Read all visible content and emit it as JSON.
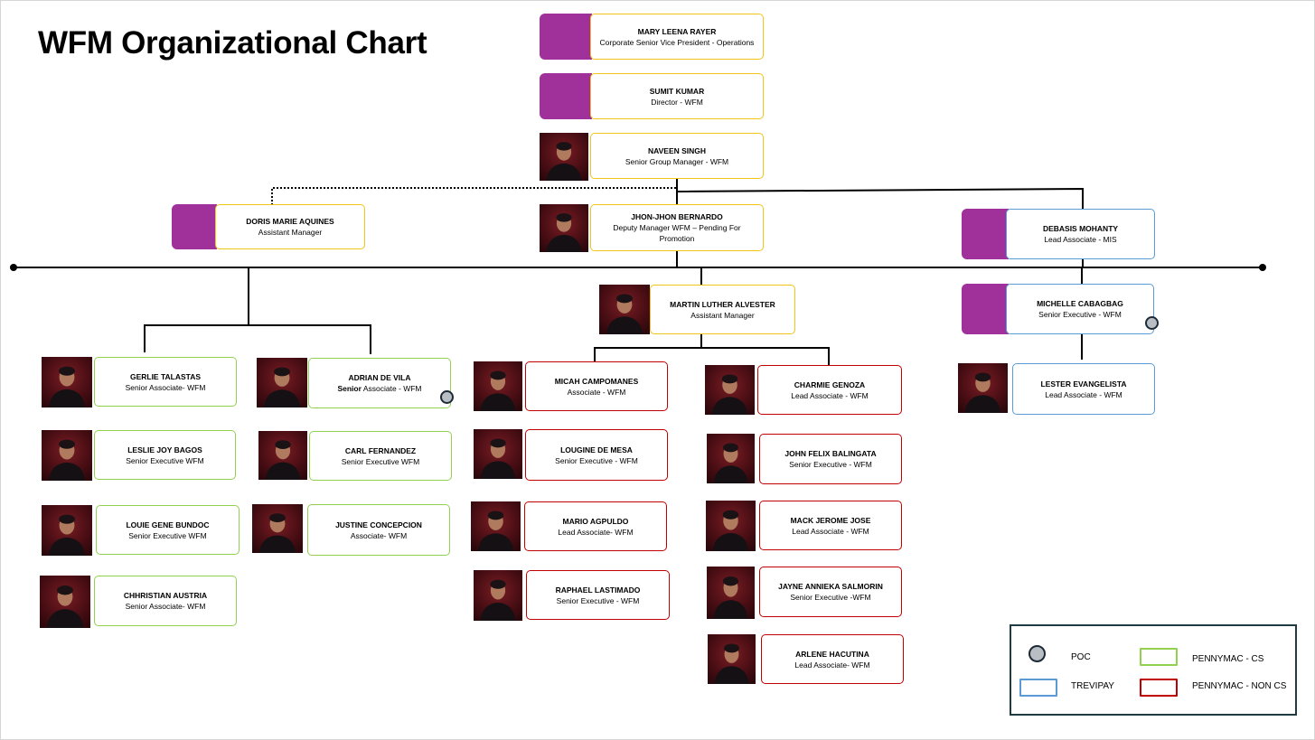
{
  "title": "WFM Organizational Chart",
  "colors": {
    "pennymac_cs": "#92d050",
    "pennymac_non_cs": "#c00000",
    "trevipay": "#5b9bd5",
    "leadership": "#f0c419",
    "placeholder": "#a0309a",
    "poc_fill": "#b9bec4"
  },
  "people": {
    "mary": {
      "name": "MARY LEENA RAYER",
      "role": "Corporate Senior Vice President - Operations"
    },
    "sumit": {
      "name": "SUMIT KUMAR",
      "role": "Director - WFM"
    },
    "naveen": {
      "name": "NAVEEN SINGH",
      "role": "Senior Group Manager - WFM"
    },
    "doris": {
      "name": "DORIS MARIE AQUINES",
      "role": "Assistant Manager"
    },
    "jhon": {
      "name": "JHON-JHON BERNARDO",
      "role": "Deputy Manager WFM – Pending For Promotion"
    },
    "debasis": {
      "name": "DEBASIS MOHANTY",
      "role": "Lead Associate  - MIS"
    },
    "martin": {
      "name": "MARTIN LUTHER ALVESTER",
      "role": "Assistant Manager"
    },
    "michelle": {
      "name": "MICHELLE CABAGBAG",
      "role": "Senior Executive - WFM"
    },
    "lester": {
      "name": "LESTER EVANGELISTA",
      "role": "Lead Associate  - WFM"
    },
    "gerlie": {
      "name": "GERLIE TALASTAS",
      "role": "Senior Associate- WFM"
    },
    "leslie": {
      "name": "LESLIE JOY BAGOS",
      "role": "Senior Executive WFM"
    },
    "louie": {
      "name": "LOUIE GENE BUNDOC",
      "role": "Senior Executive WFM"
    },
    "chhristian": {
      "name": "CHHRISTIAN AUSTRIA",
      "role": "Senior Associate- WFM"
    },
    "adrian": {
      "name": "ADRIAN DE VILA",
      "role_bold": "Senior",
      "role": " Associate - WFM"
    },
    "carl": {
      "name": "CARL FERNANDEZ",
      "role": "Senior Executive WFM"
    },
    "justine": {
      "name": "JUSTINE CONCEPCION",
      "role": "Associate- WFM"
    },
    "micah": {
      "name": "MICAH CAMPOMANES",
      "role": "Associate - WFM"
    },
    "lougine": {
      "name": "LOUGINE DE MESA",
      "role": "Senior Executive - WFM"
    },
    "mario": {
      "name": "MARIO AGPULDO",
      "role": "Lead Associate- WFM"
    },
    "raphael": {
      "name": "RAPHAEL LASTIMADO",
      "role": "Senior Executive - WFM"
    },
    "charmie": {
      "name": "CHARMIE GENOZA",
      "role": "Lead Associate - WFM"
    },
    "johnfelix": {
      "name": "JOHN FELIX BALINGATA",
      "role": "Senior Executive - WFM"
    },
    "mack": {
      "name": "MACK JEROME JOSE",
      "role": "Lead Associate - WFM"
    },
    "jayne": {
      "name": "JAYNE ANNIEKA SALMORIN",
      "role": "Senior Executive -WFM"
    },
    "arlene": {
      "name": "ARLENE HACUTINA",
      "role": "Lead Associate- WFM"
    }
  },
  "legend": {
    "poc": "POC",
    "trevipay": "TREVIPAY",
    "pennymac_cs": "PENNYMAC - CS",
    "pennymac_non_cs": "PENNYMAC - NON CS"
  }
}
